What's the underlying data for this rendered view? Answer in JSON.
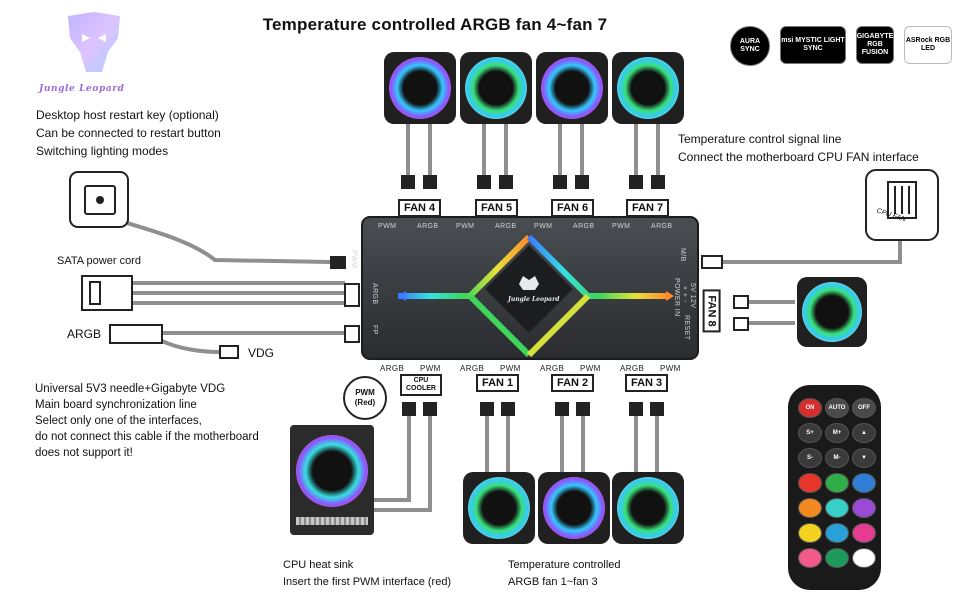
{
  "brand": {
    "name": "Jungle Leopard"
  },
  "title": "Temperature controlled ARGB fan 4~fan 7",
  "sync_logos": [
    {
      "icon": "aura-sync-icon",
      "text": "AURA SYNC"
    },
    {
      "icon": "msi-mystic-light-icon",
      "text": "msi MYSTIC LIGHT SYNC"
    },
    {
      "icon": "gigabyte-rgb-fusion-icon",
      "text": "GIGABYTE RGB FUSION"
    },
    {
      "icon": "asrock-rgb-led-icon",
      "text": "ASRock RGB LED"
    }
  ],
  "notes": {
    "restart": [
      "Desktop host restart key (optional)",
      "Can be connected to restart button",
      "Switching lighting modes"
    ],
    "temp_signal": [
      "Temperature control signal line",
      "Connect the motherboard CPU FAN interface"
    ],
    "sata": "SATA power cord",
    "argb": "ARGB",
    "vdg": "VDG",
    "universal": [
      "Universal 5V3 needle+Gigabyte VDG",
      "Main board synchronization line",
      "Select only one of the interfaces,",
      "do not connect this cable if the motherboard",
      "does not support it!"
    ],
    "heatsink": [
      "CPU heat sink",
      "Insert the first PWM interface (red)"
    ],
    "fan13": [
      "Temperature controlled",
      "ARGB fan 1~fan 3"
    ],
    "pwm_red": [
      "PWM",
      "(Red)"
    ],
    "cpu_cooler": [
      "CPU",
      "COOLER"
    ],
    "cpu_fan": "CPU FAN"
  },
  "fan_labels_top": [
    "FAN 4",
    "FAN 5",
    "FAN 6",
    "FAN 7"
  ],
  "fan_labels_bottom": [
    "FAN 1",
    "FAN 2",
    "FAN 3"
  ],
  "fan8_label": "FAN 8",
  "hub": {
    "top_ports": [
      "PWM",
      "ARGB",
      "PWM",
      "ARGB",
      "PWM",
      "ARGB",
      "PWM",
      "ARGB"
    ],
    "bottom_ports": [
      "ARGB",
      "PWM",
      "ARGB",
      "PWM",
      "ARGB",
      "PWM",
      "ARGB",
      "PWM"
    ],
    "left_ports": [
      "PWM",
      "ARGB",
      "FP"
    ],
    "right_ports": [
      "M/B",
      "POWER IN",
      "+ + -",
      "5V 12V",
      "RESET"
    ],
    "center_brand": "Jungle Leopard"
  },
  "remote": {
    "buttons": [
      {
        "label": "ON",
        "color": "#d62d2d"
      },
      {
        "label": "AUTO",
        "color": "#4a4a4a"
      },
      {
        "label": "OFF",
        "color": "#4a4a4a"
      },
      {
        "label": "S+",
        "color": "#3a3a3a"
      },
      {
        "label": "M+",
        "color": "#3a3a3a"
      },
      {
        "label": "▲",
        "color": "#3a3a3a"
      },
      {
        "label": "S-",
        "color": "#3a3a3a"
      },
      {
        "label": "M-",
        "color": "#3a3a3a"
      },
      {
        "label": "▼",
        "color": "#3a3a3a"
      },
      {
        "label": "",
        "color": "#e8352b"
      },
      {
        "label": "",
        "color": "#2fae4a"
      },
      {
        "label": "",
        "color": "#2f7fd6"
      },
      {
        "label": "",
        "color": "#f28a1f"
      },
      {
        "label": "",
        "color": "#37d0c8"
      },
      {
        "label": "",
        "color": "#9a4ad6"
      },
      {
        "label": "",
        "color": "#f5d21f"
      },
      {
        "label": "",
        "color": "#2aa0d8"
      },
      {
        "label": "",
        "color": "#e43d8f"
      },
      {
        "label": "",
        "color": "#f35a8c"
      },
      {
        "label": "",
        "color": "#1e9a5a"
      },
      {
        "label": "",
        "color": "#ffffff"
      }
    ]
  },
  "colors": {
    "hub": "#3a3d40",
    "cable": "#8f8f8f",
    "connector": "#222222"
  }
}
